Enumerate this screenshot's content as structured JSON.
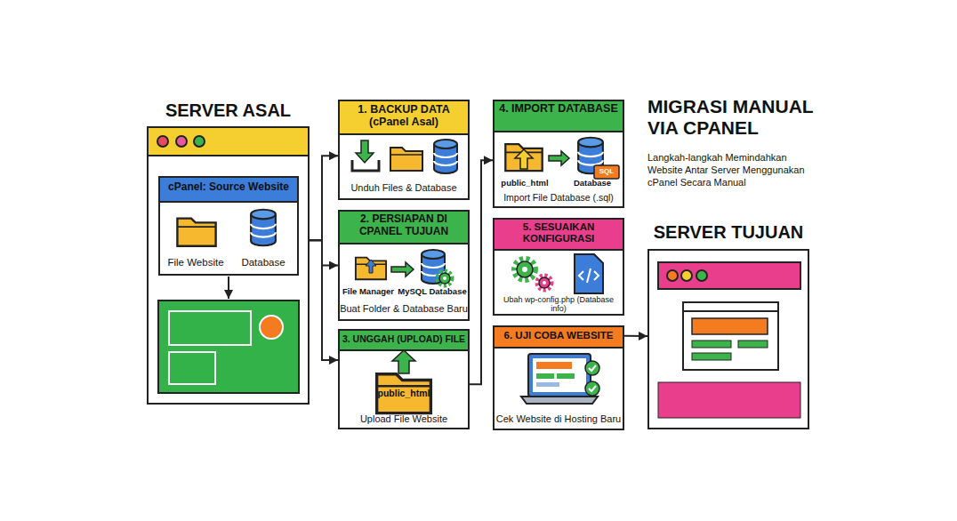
{
  "diagram": {
    "title": "MIGRASI MANUAL VIA CPANEL",
    "caption": "Langkah-langkah Memindahkan Website Antar Server Menggunakan cPanel Secara Manual",
    "nodes": [
      {
        "text": [
          "SERVER ASAL"
        ]
      },
      {
        "text": [
          "cPanel: Source Website",
          "File Website",
          "Database"
        ],
        "in": 0
      },
      {
        "text": [
          "1. BACKUP DATA (cPanel Asal)",
          "Unduh Files & Database"
        ]
      },
      {
        "text": [
          "2. PERSIAPAN DI CPANEL TUJUAN",
          "File Manager",
          "MySQL Database",
          "Buat Folder & Database Baru"
        ]
      },
      {
        "text": [
          "3. UNGGAH (UPLOAD) FILE",
          "public_html",
          "Upload File Website"
        ]
      },
      {
        "text": [
          "4. IMPORT DATABASE",
          "public_html",
          "Database",
          "SQL",
          "Import File Database (.sql)"
        ]
      },
      {
        "text": [
          "5. SESUAIKAN KONFIGURASI",
          "Ubah wp-config.php (Database info)"
        ]
      },
      {
        "text": [
          "6. UJI COBA WEBSITE",
          "Cek Website di Hosting Baru"
        ]
      },
      {
        "text": [
          "SERVER TUJUAN"
        ]
      }
    ],
    "edges": [
      {
        "from": 0,
        "to": 2,
        "arrow": "to"
      },
      {
        "from": 0,
        "to": 3,
        "arrow": "to"
      },
      {
        "from": 0,
        "to": 4,
        "arrow": "to"
      },
      {
        "from": 4,
        "to": 5,
        "arrow": "to"
      },
      {
        "from": 7,
        "to": 8,
        "arrow": "to"
      }
    ]
  }
}
